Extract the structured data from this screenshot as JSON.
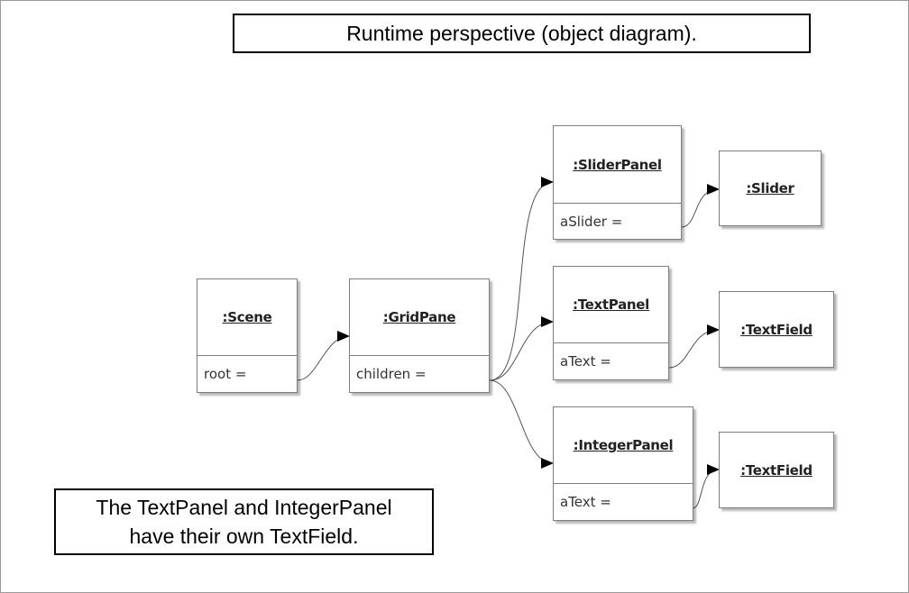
{
  "title": "Runtime perspective (object diagram).",
  "note": {
    "line1": "The TextPanel and IntegerPanel",
    "line2": "have their own TextField."
  },
  "objects": {
    "scene": {
      "name": ":Scene",
      "attr": "root ="
    },
    "gridpane": {
      "name": ":GridPane",
      "attr": "children ="
    },
    "sliderpanel": {
      "name": ":SliderPanel",
      "attr": "aSlider ="
    },
    "textpanel": {
      "name": ":TextPanel",
      "attr": "aText ="
    },
    "integerpanel": {
      "name": ":IntegerPanel",
      "attr": "aText ="
    },
    "slider": {
      "name": ":Slider"
    },
    "textfield1": {
      "name": ":TextField"
    },
    "textfield2": {
      "name": ":TextField"
    }
  }
}
